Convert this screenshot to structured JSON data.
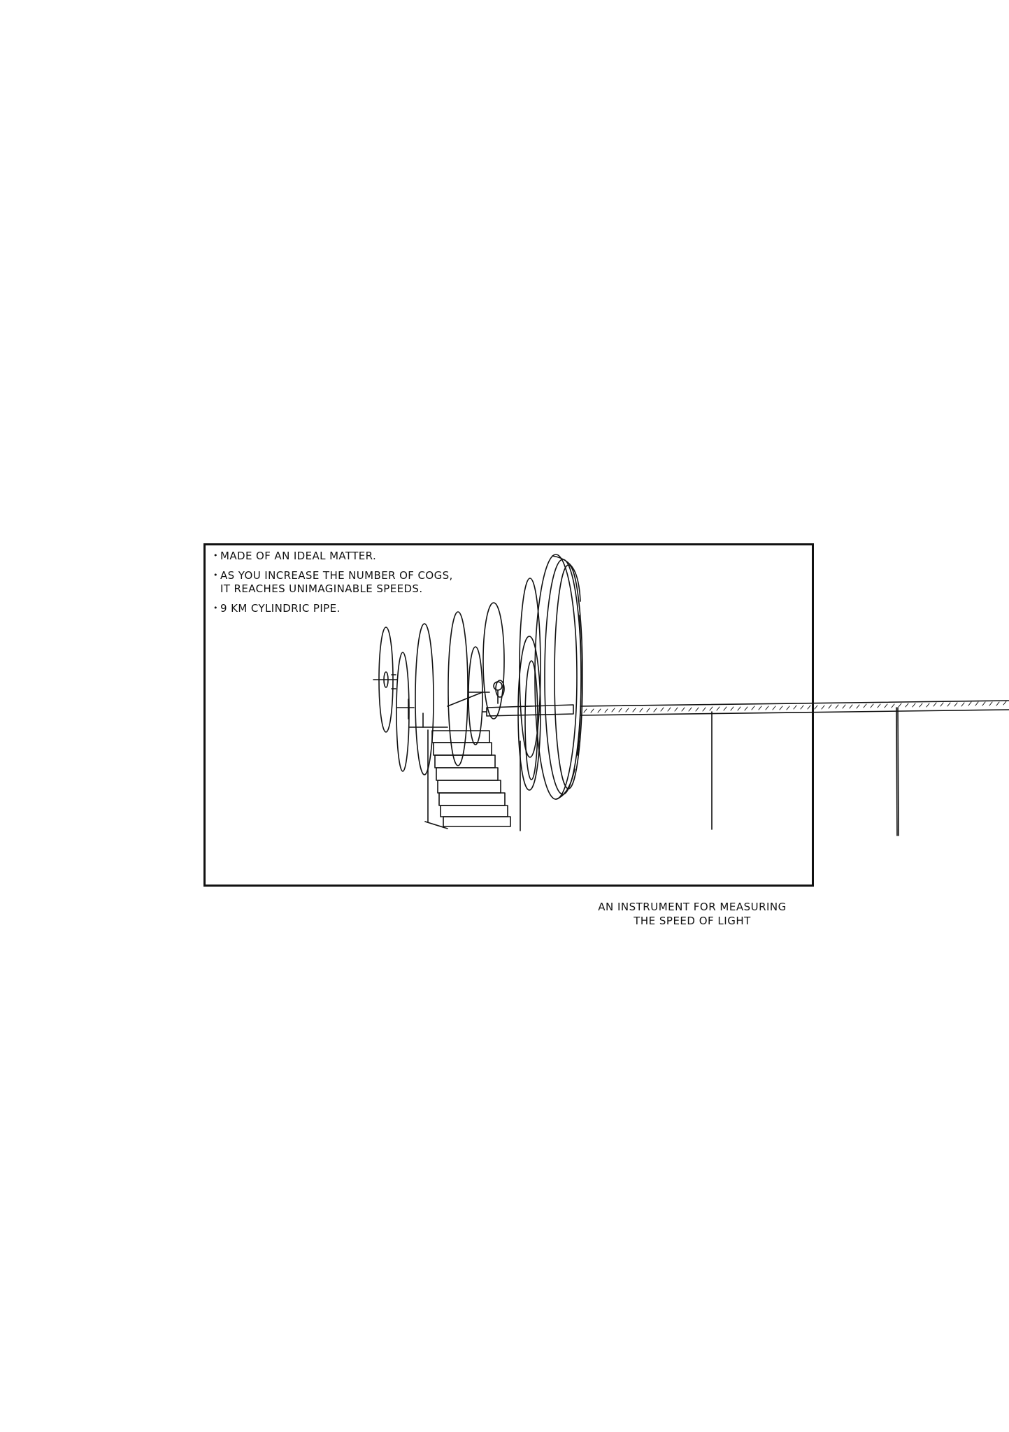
{
  "panel": {
    "notes": [
      "MADE OF AN IDEAL MATTER.",
      "AS YOU INCREASE THE NUMBER OF COGS,\nIT REACHES UNIMAGINABLE SPEEDS.",
      "9 KM CYLINDRIC PIPE."
    ]
  },
  "caption": {
    "line1": "AN INSTRUMENT FOR MEASURING",
    "line2": "THE SPEED OF LIGHT"
  },
  "colors": {
    "ink": "#111111",
    "paper": "#ffffff"
  }
}
